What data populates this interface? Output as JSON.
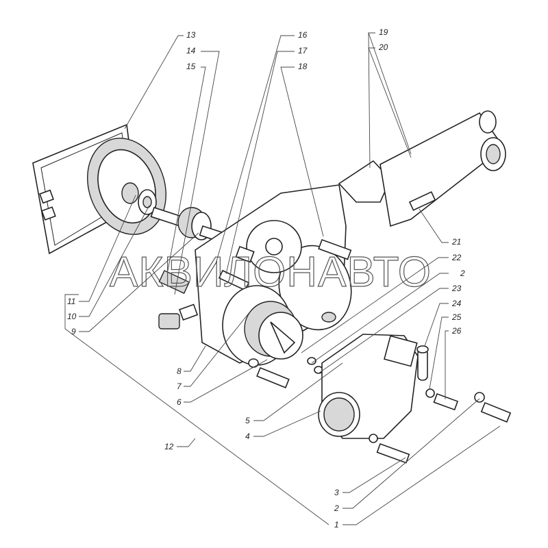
{
  "title": "Water pump and thermostat housing exploded view",
  "watermark": "АКВИЛОНАВТО",
  "labels": {
    "l13": "13",
    "l14": "14",
    "l15": "15",
    "l16": "16",
    "l17": "17",
    "l18": "18",
    "l19": "19",
    "l20": "20",
    "l21": "21",
    "l22": "22",
    "l2a": "2",
    "l23": "23",
    "l24": "24",
    "l25": "25",
    "l26": "26",
    "l11": "11",
    "l10": "10",
    "l9": "9",
    "l8": "8",
    "l7": "7",
    "l6": "6",
    "l5": "5",
    "l4": "4",
    "l12": "12",
    "l3": "3",
    "l2b": "2",
    "l1": "1"
  }
}
